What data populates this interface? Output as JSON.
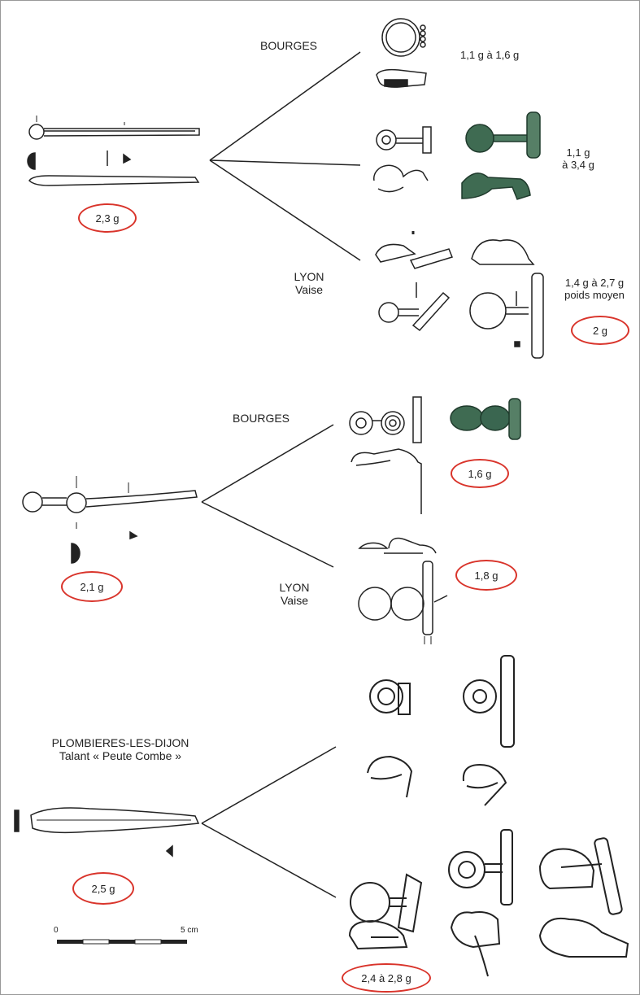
{
  "groups": [
    {
      "rod_weight": "2,3 g",
      "sites": [
        {
          "name": "BOURGES",
          "sub": ""
        },
        {
          "name": "LYON",
          "sub": "Vaise"
        }
      ],
      "weights": [
        {
          "text": "1,1 g à 1,6 g"
        },
        {
          "text": "1,1 g",
          "text2": "à 3,4 g"
        },
        {
          "text": "1,4 g à 2,7 g",
          "text2": "poids moyen",
          "circled": "2 g"
        }
      ]
    },
    {
      "rod_weight": "2,1 g",
      "sites": [
        {
          "name": "BOURGES",
          "sub": ""
        },
        {
          "name": "LYON",
          "sub": "Vaise"
        }
      ],
      "weights": [
        {
          "circled": "1,6 g"
        },
        {
          "circled": "1,8 g"
        }
      ]
    },
    {
      "rod_weight": "2,5 g",
      "sites": [
        {
          "name": "PLOMBIERES-LES-DIJON",
          "sub": "Talant « Peute Combe »"
        }
      ],
      "weights": [
        {
          "circled": "2,4 à 2,8 g"
        }
      ]
    }
  ],
  "scale": {
    "start": "0",
    "end": "5 cm"
  },
  "colors": {
    "oval": "#d9342b",
    "ink": "#222222",
    "bronze": "#3f6b52"
  }
}
